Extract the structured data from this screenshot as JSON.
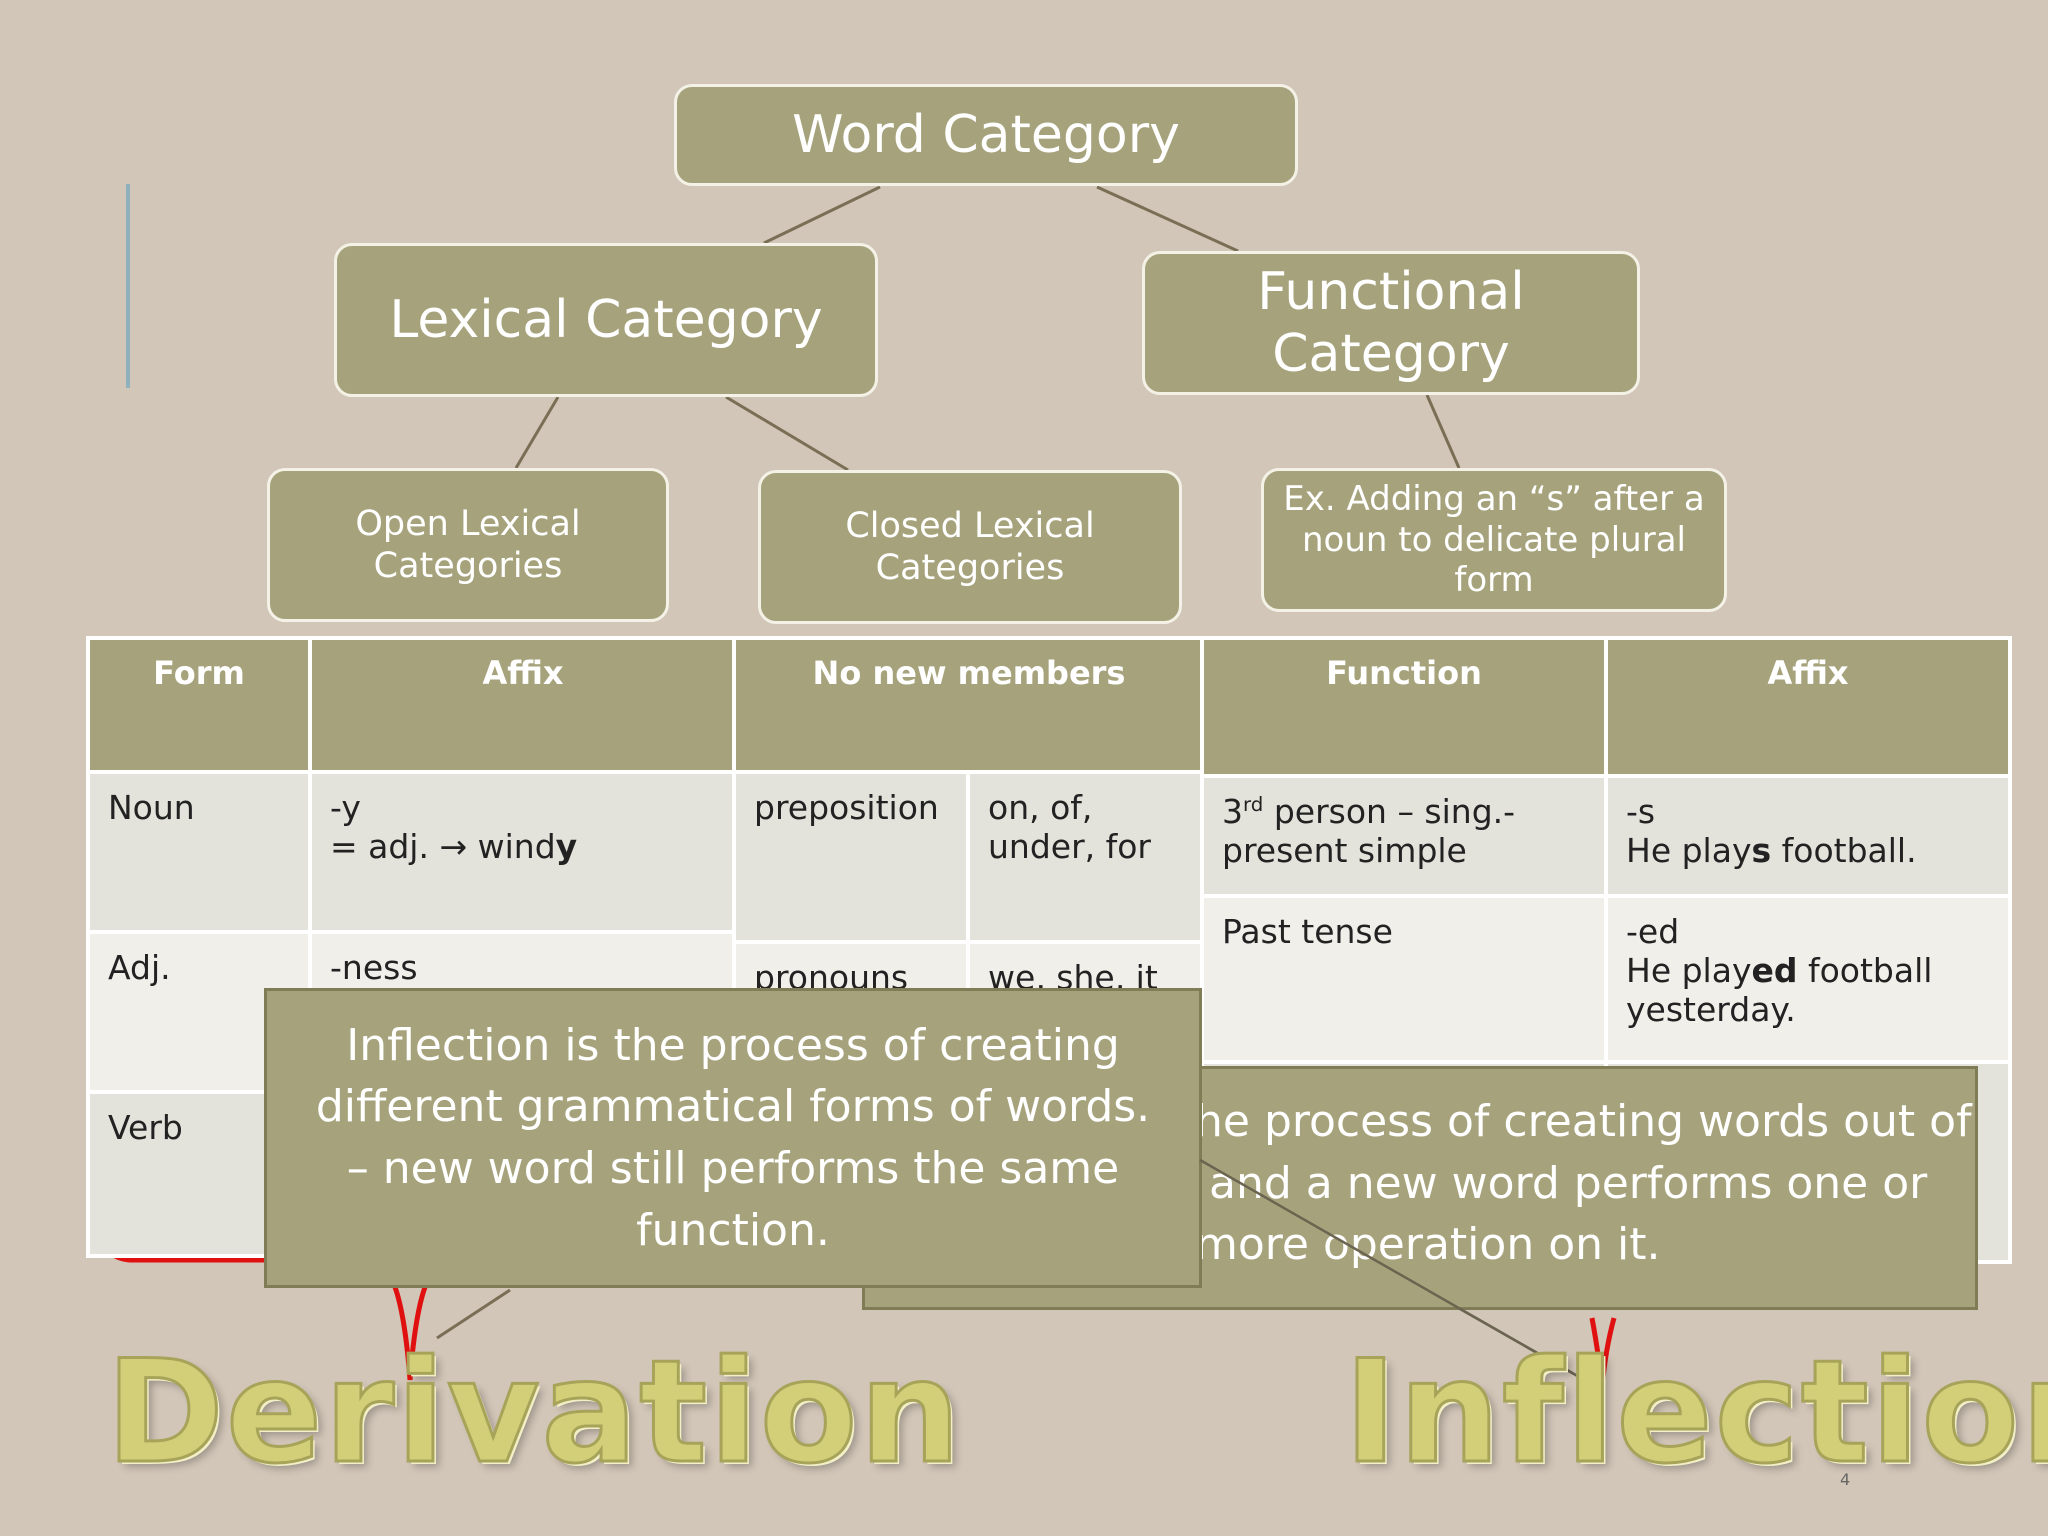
{
  "tree": {
    "root": "Word Category",
    "lexical": "Lexical Category",
    "functional_line1": "Functional",
    "functional_line2": "Category",
    "open_line1": "Open Lexical",
    "open_line2": "Categories",
    "closed_line1": "Closed Lexical",
    "closed_line2": "Categories",
    "example_line1": "Ex. Adding an “s” after a",
    "example_line2": "noun to delicate plural",
    "example_line3": "form"
  },
  "table": {
    "headers": [
      "Form",
      "Affix",
      "No new members",
      "Function",
      "Affix"
    ],
    "derivation_rows": [
      {
        "form": "Noun",
        "affix_line1": "-y",
        "affix_line2_pre": "= adj. ",
        "affix_arrow": "→",
        "affix_word_pre": " wind",
        "affix_word_bold": "y"
      },
      {
        "form": "Adj.",
        "affix_line1": "-ness"
      },
      {
        "form": "Verb"
      }
    ],
    "closed_rows": [
      {
        "category": "preposition",
        "members": "on, of, under, for"
      },
      {
        "category": "pronouns",
        "members": "we, she, it"
      }
    ],
    "inflection_rows": [
      {
        "function_num": "3",
        "function_sup": "rd",
        "function_rest": " person – sing.- present simple",
        "affix_line1": "-s",
        "ex_pre": "He play",
        "ex_bold": "s",
        "ex_post": " football."
      },
      {
        "function": "Past tense",
        "affix_line1": "-ed",
        "ex_pre": "He play",
        "ex_bold": "ed",
        "ex_post": " football yesterday."
      }
    ]
  },
  "notes": {
    "inflection_def": "Inflection is the process of creating different grammatical forms of words. – new word still performs the same function.",
    "derivation_def_line1": "he process of creating words out of",
    "derivation_def_line2": "and a new word performs one or",
    "derivation_def_line3": "more operation on it."
  },
  "labels": {
    "derivation": "Derivation",
    "inflection": "Inflection"
  },
  "page_number": "4",
  "colors": {
    "background": "#d2c6b8",
    "node_fill": "#a6a37c",
    "bracket": "#e01010",
    "title_fill": "#d2cf78"
  }
}
